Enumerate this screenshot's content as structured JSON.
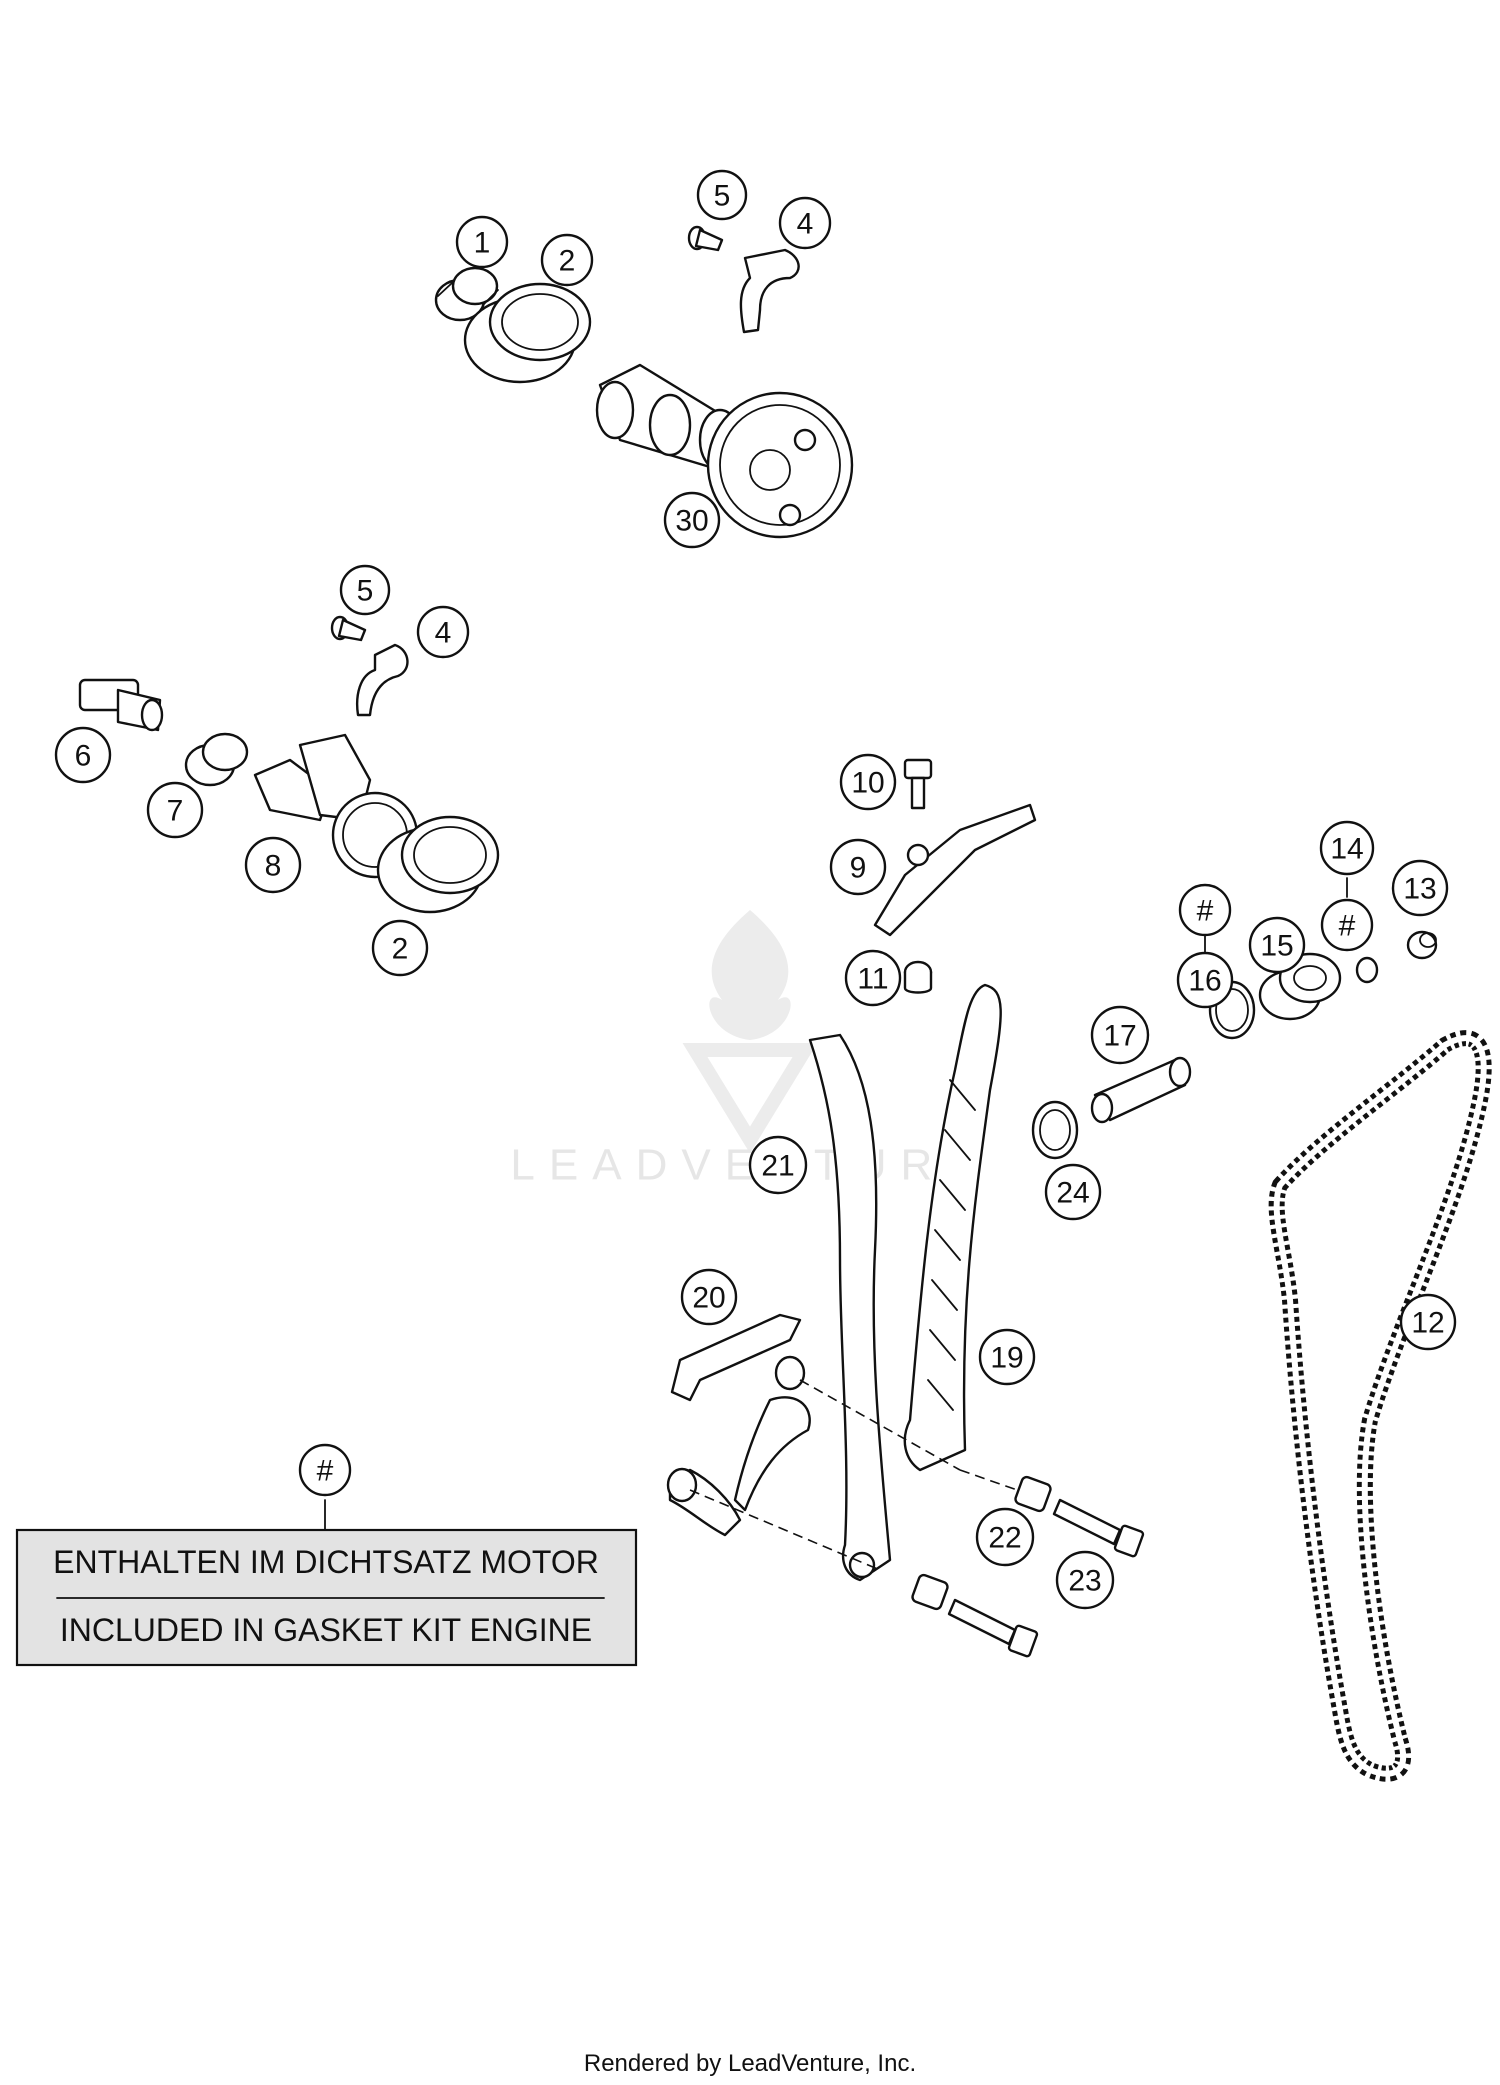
{
  "watermark": {
    "text": "LEADVENTURE"
  },
  "callouts": [
    {
      "label": "1"
    },
    {
      "label": "2"
    },
    {
      "label": "5"
    },
    {
      "label": "4"
    },
    {
      "label": "30"
    },
    {
      "label": "5"
    },
    {
      "label": "4"
    },
    {
      "label": "6"
    },
    {
      "label": "7"
    },
    {
      "label": "8"
    },
    {
      "label": "2"
    },
    {
      "label": "10"
    },
    {
      "label": "9"
    },
    {
      "label": "11"
    },
    {
      "label": "#"
    },
    {
      "label": "14"
    },
    {
      "label": "13"
    },
    {
      "label": "#"
    },
    {
      "label": "16"
    },
    {
      "label": "15"
    },
    {
      "label": "17"
    },
    {
      "label": "24"
    },
    {
      "label": "21"
    },
    {
      "label": "20"
    },
    {
      "label": "19"
    },
    {
      "label": "12"
    },
    {
      "label": "22"
    },
    {
      "label": "23"
    },
    {
      "label": "#"
    }
  ],
  "legend": {
    "line_de": "ENTHALTEN IM DICHTSATZ MOTOR",
    "line_en": "INCLUDED IN GASKET KIT ENGINE"
  },
  "footer": {
    "text": "Rendered by LeadVenture, Inc."
  }
}
